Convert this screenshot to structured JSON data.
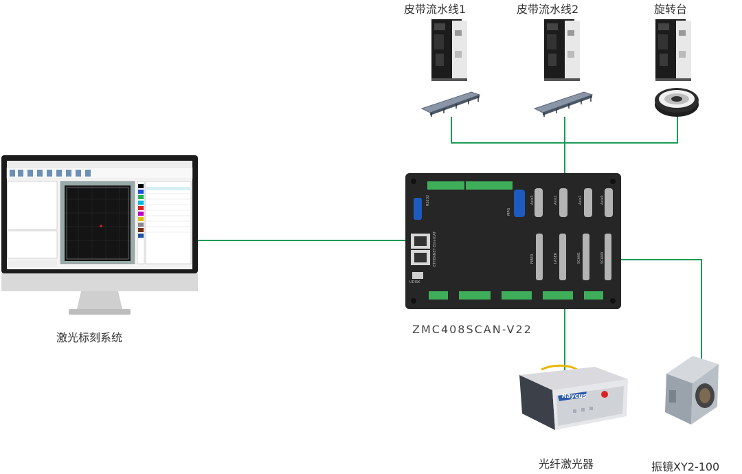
{
  "devices": {
    "conveyor1": {
      "label": "皮带流水线1"
    },
    "conveyor2": {
      "label": "皮带流水线2"
    },
    "rotary": {
      "label": "旋转台"
    },
    "computer": {
      "label": "激光标刻系统"
    },
    "controller": {
      "label": "ZMC408SCAN-V22",
      "ports": {
        "rs232": "RS232",
        "mpg": "MPG",
        "axis3": "Axis3",
        "axis2": "Axis2",
        "axis1": "Axis1",
        "axis0": "Axis0",
        "ethernet": "ETHERNET EtherCAT",
        "fiber": "FIBER",
        "laser": "LASER",
        "scan1": "SCAN1",
        "scan0": "SCAN0",
        "udisk": "UDISK"
      }
    },
    "laser": {
      "label": "光纤激光器",
      "brand": "Raycus"
    },
    "galvo": {
      "label": "振镜XY2-100"
    }
  },
  "colors": {
    "connection_line": "#1a9a55",
    "controller_body": "#2a2a2a",
    "terminal_green": "#3fae5a"
  },
  "icons": {
    "servo": "servo-drive-icon",
    "conveyor": "conveyor-belt-icon",
    "rotary": "rotary-table-icon",
    "monitor": "monitor-icon",
    "laser": "fiber-laser-icon",
    "galvo": "galvo-scanner-icon"
  }
}
